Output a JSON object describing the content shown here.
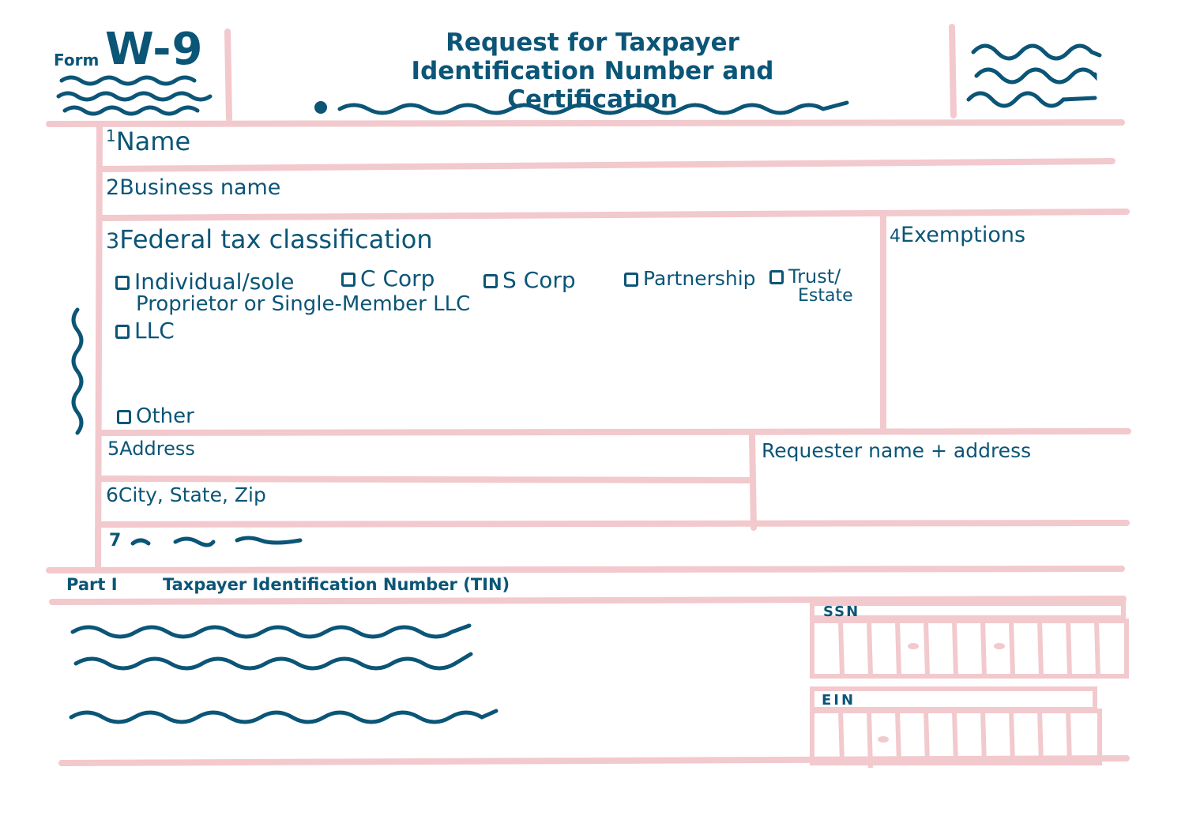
{
  "header": {
    "form_prefix": "Form",
    "form_number": "W-9",
    "title_line1": "Request for Taxpayer",
    "title_line2": "Identification Number and Certification"
  },
  "fields": {
    "name": {
      "number": "1",
      "label": "Name"
    },
    "business_name": {
      "number": "2",
      "label": "Business name"
    },
    "tax_classification": {
      "number": "3",
      "label": "Federal tax classification"
    },
    "exemptions": {
      "number": "4",
      "label": "Exemptions"
    },
    "address": {
      "number": "5",
      "label": "Address"
    },
    "city_state_zip": {
      "number": "6",
      "label": "City, State, Zip"
    },
    "requester": {
      "label": "Requester name + address"
    },
    "line7": {
      "number": "7"
    }
  },
  "classification_options": {
    "individual": {
      "line1": "Individual/sole",
      "line2": "Proprietor or Single-Member LLC"
    },
    "c_corp": "C Corp",
    "s_corp": "S Corp",
    "partnership": "Partnership",
    "trust": {
      "line1": "Trust/",
      "line2": "Estate"
    },
    "llc": "LLC",
    "other": "Other"
  },
  "part1": {
    "part_label": "Part I",
    "title": "Taxpayer Identification Number (TIN)",
    "ssn_label": "SSN",
    "ein_label": "EIN"
  },
  "colors": {
    "ink": "#0b5577",
    "frame": "#f2c9cd"
  }
}
